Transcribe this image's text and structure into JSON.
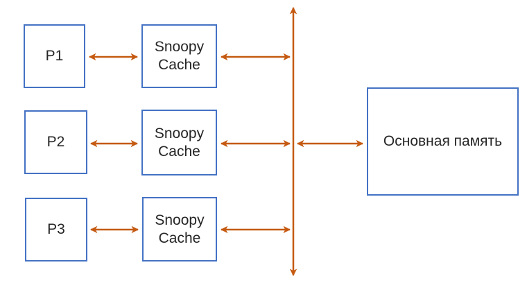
{
  "diagram": {
    "title": "snoopy-cache-coherence-architecture",
    "processors": [
      {
        "label": "P1"
      },
      {
        "label": "P2"
      },
      {
        "label": "P3"
      }
    ],
    "caches": [
      {
        "line1": "Snoopy",
        "line2": "Cache"
      },
      {
        "line1": "Snoopy",
        "line2": "Cache"
      },
      {
        "line1": "Snoopy",
        "line2": "Cache"
      }
    ],
    "memory": {
      "label": "Основная память"
    }
  },
  "colors": {
    "box_border": "#4472C4",
    "arrow": "#C55A11",
    "text": "#262626",
    "background": "#FFFFFF"
  }
}
